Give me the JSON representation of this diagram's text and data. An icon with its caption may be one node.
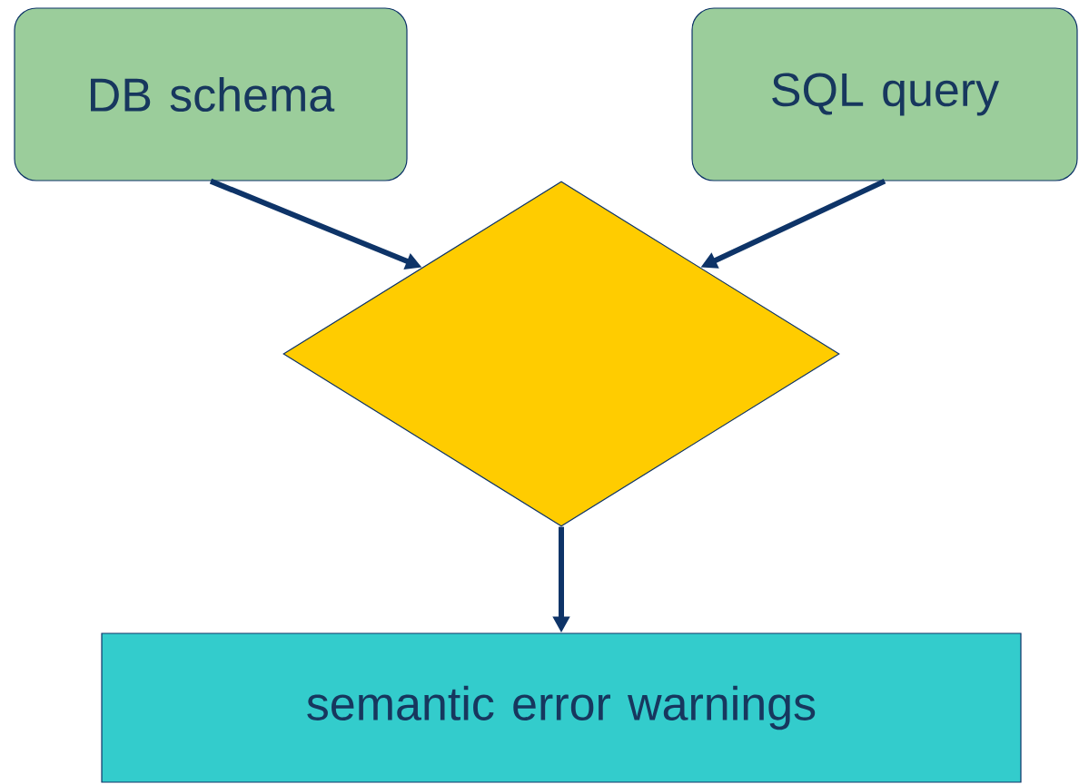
{
  "diagram": {
    "nodes": [
      {
        "text": [
          "DB schema"
        ]
      },
      {
        "text": [
          "SQL query"
        ]
      },
      {
        "text": [],
        "shape": "diamond"
      },
      {
        "text": [
          "semantic error warnings"
        ]
      }
    ],
    "edges": [
      {
        "from": 0,
        "to": 2,
        "arrow": "to"
      },
      {
        "from": 1,
        "to": 2,
        "arrow": "to"
      },
      {
        "from": 2,
        "to": 3,
        "arrow": "to"
      }
    ]
  }
}
